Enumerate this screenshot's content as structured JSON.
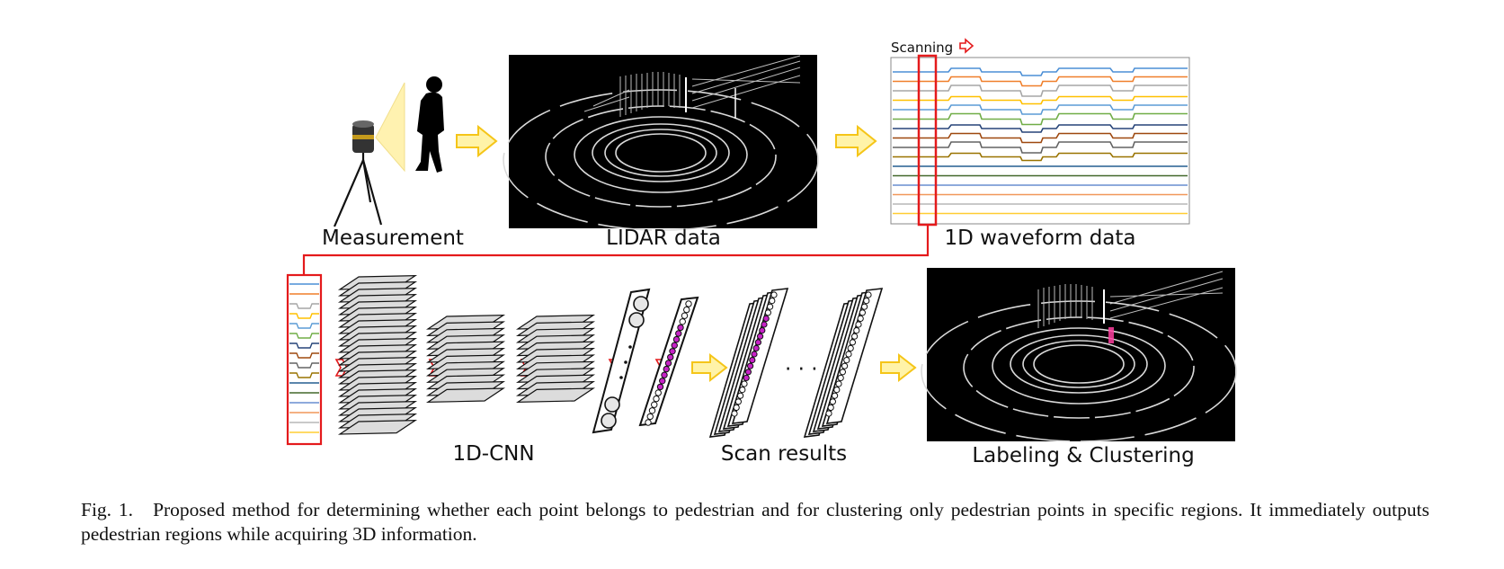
{
  "figure": {
    "scan_indicator": "Scanning",
    "stages": {
      "measurement": "Measurement",
      "lidar": "LIDAR data",
      "waveform": "1D waveform data",
      "cnn": "1D-CNN",
      "scan_results": "Scan results",
      "labeling": "Labeling & Clustering"
    },
    "ellipsis": "· · ·",
    "colors": {
      "highlight_red": "#e41a1c",
      "arrow_fill": "#fff3a8",
      "arrow_stroke": "#f5c518",
      "positive_node": "#c623c6",
      "pedestrian_mark": "#ff3fa0"
    },
    "waveform_colors": [
      "#4c8fd6",
      "#f07f2a",
      "#a6a6a6",
      "#ffc000",
      "#5b9bd5",
      "#70ad47",
      "#264478",
      "#9e480e",
      "#636363",
      "#997300",
      "#255e91",
      "#43682b",
      "#698ed0",
      "#f1975a",
      "#b7b7b7",
      "#ffcd33"
    ]
  },
  "caption": {
    "lead": "Fig. 1.",
    "text": "Proposed method for determining whether each point belongs to pedestrian and for clustering only pedestrian points in specific regions. It immediately outputs pedestrian regions while acquiring 3D information."
  }
}
